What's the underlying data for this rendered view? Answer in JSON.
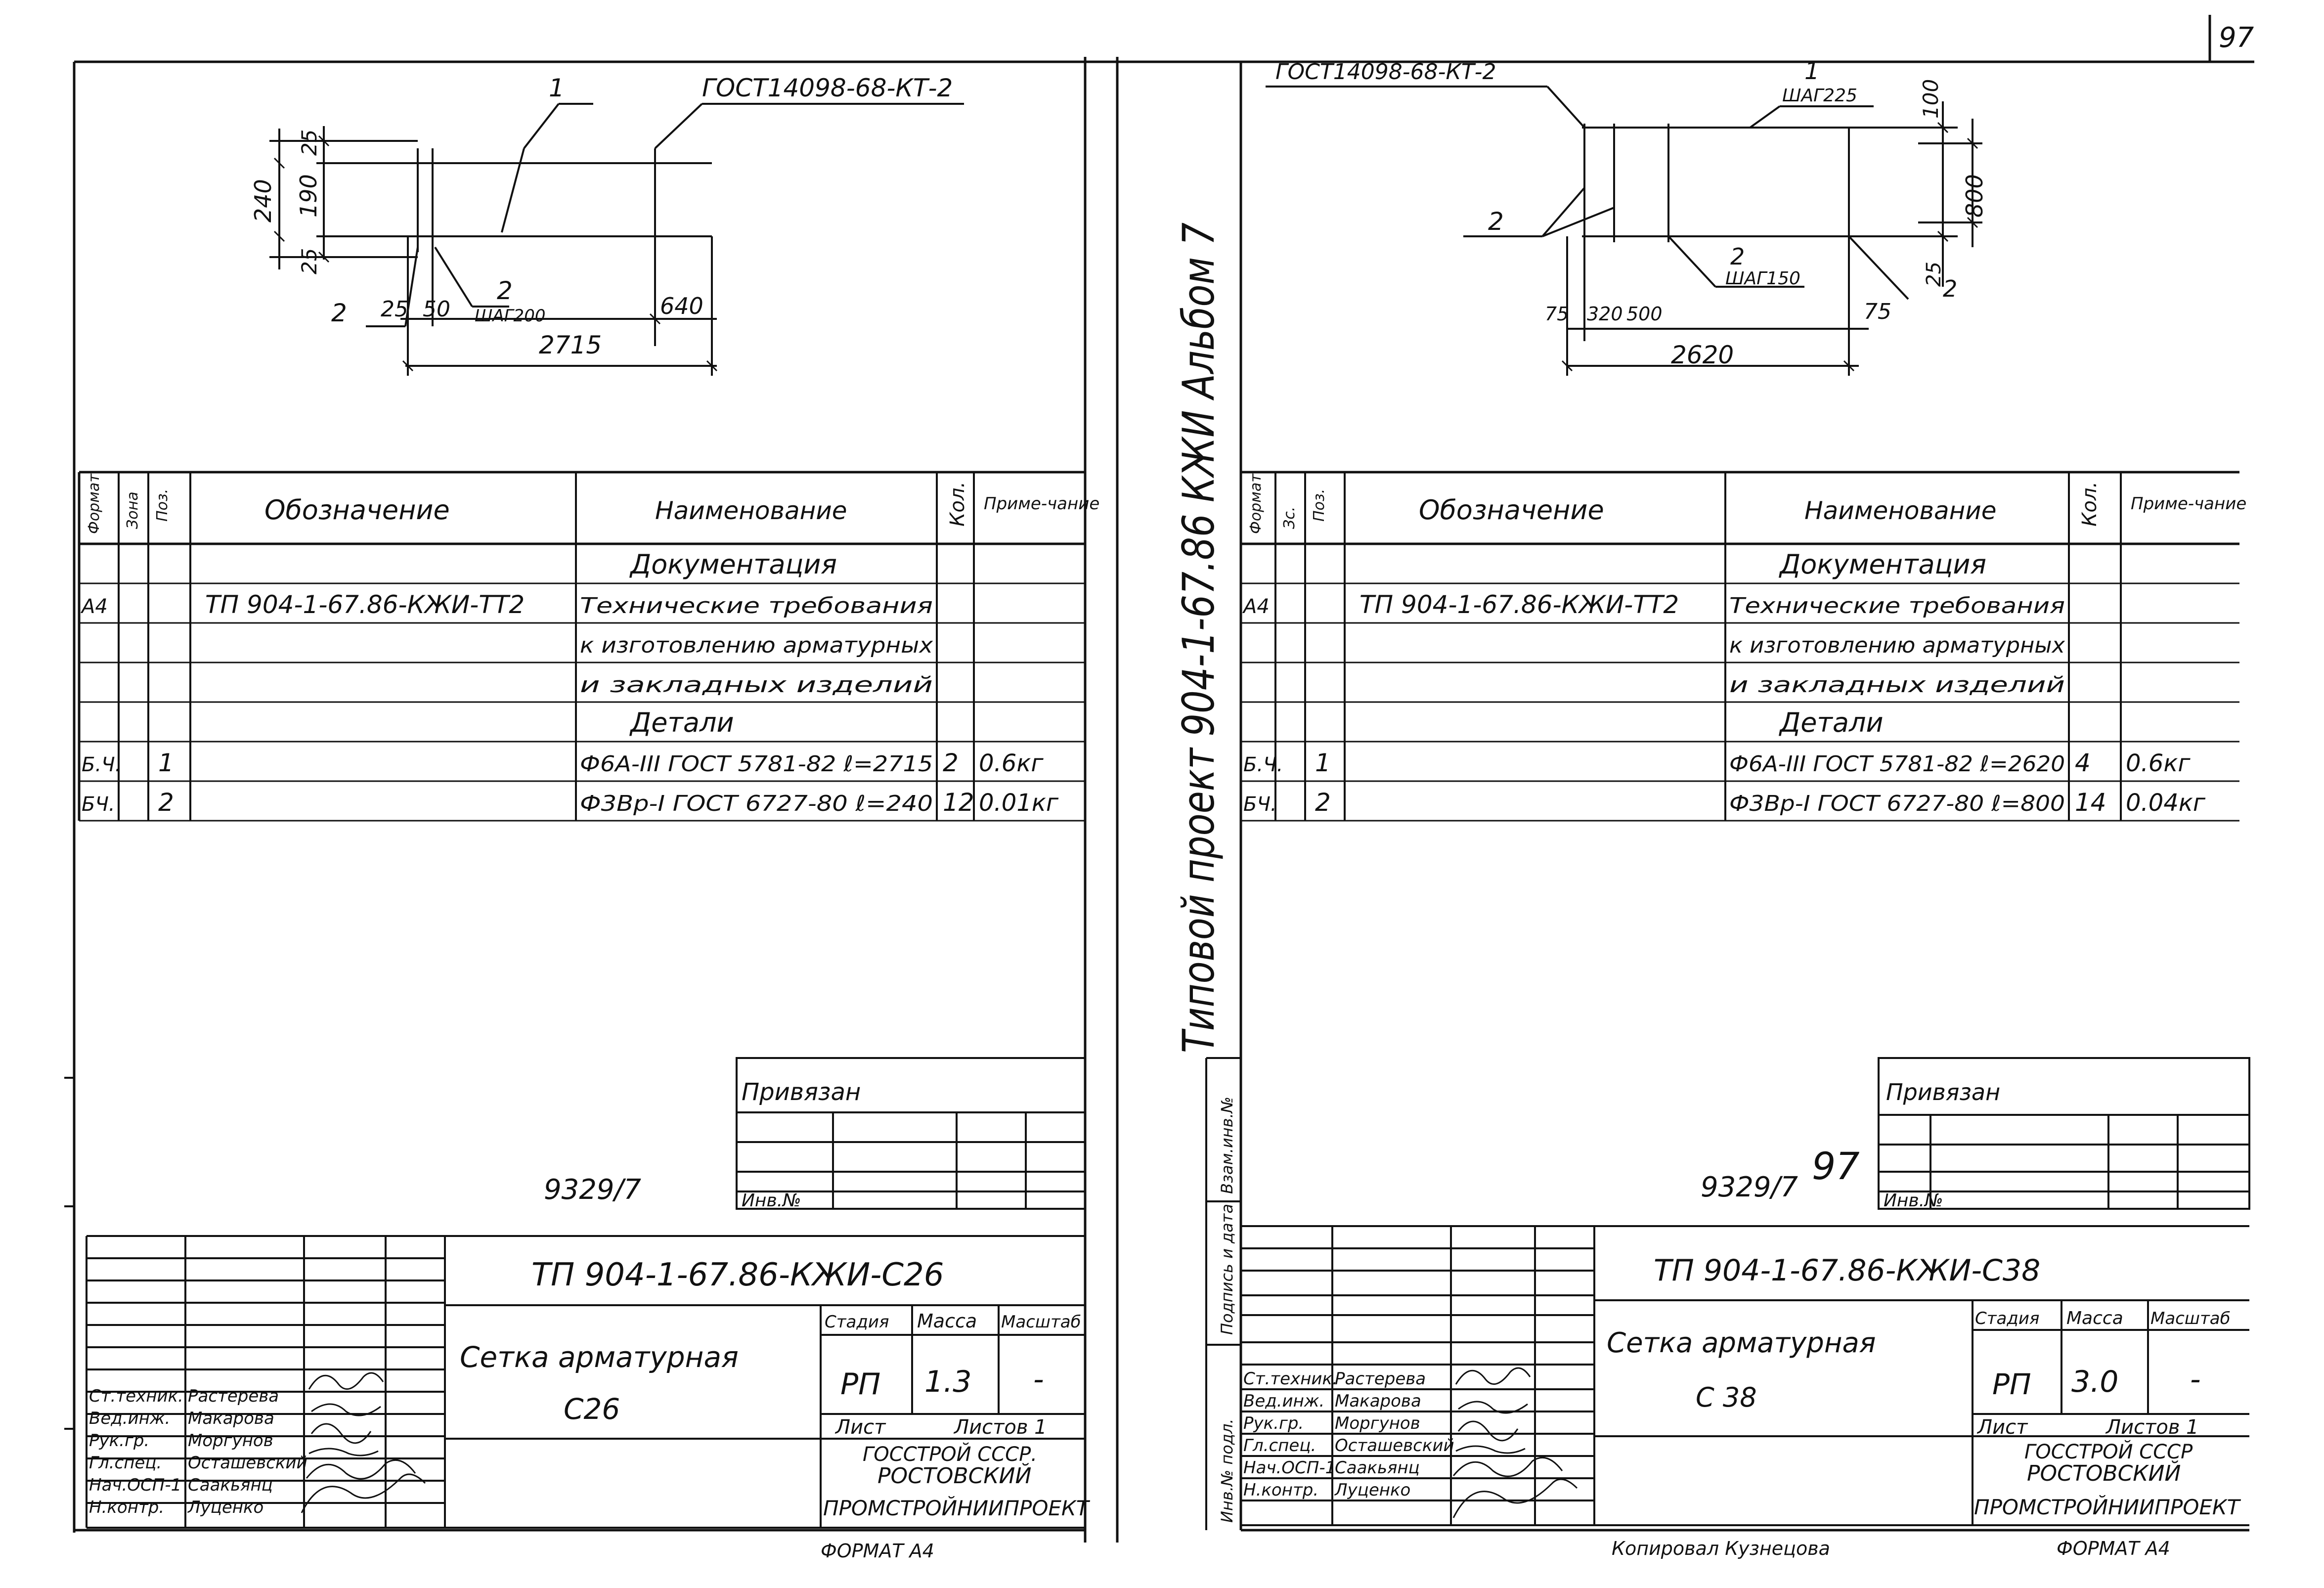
{
  "page_number": "97",
  "vertical_title": "Типовой проект 904-1-67.86 КЖИ Альбом 7",
  "footer": {
    "left_format": "ФОРМАТ А4",
    "copied": "Копировал Кузнецова",
    "right_format": "ФОРМАТ А4"
  },
  "left": {
    "drawing": {
      "gost": "ГОСТ14098-68-КТ-2",
      "pos1": "1",
      "pos2a": "2",
      "pos2b": "2",
      "step": "ШАГ200",
      "d240": "240",
      "d190": "190",
      "d25a": "25",
      "d25b": "25",
      "d25c": "25",
      "d50": "50",
      "d640": "640",
      "d2715": "2715"
    },
    "spec": {
      "headers": {
        "format": "Формат",
        "zone": "Зона",
        "pos": "Поз.",
        "designation": "Обозначение",
        "name": "Наименование",
        "qty": "Кол.",
        "note": "Приме-чание"
      },
      "rows": [
        {
          "format": "",
          "pos": "",
          "designation": "",
          "name": "Документация",
          "qty": "",
          "note": ""
        },
        {
          "format": "А4",
          "pos": "",
          "designation": "ТП 904-1-67.86-КЖИ-ТТ2",
          "name": "Технические требования",
          "qty": "",
          "note": ""
        },
        {
          "format": "",
          "pos": "",
          "designation": "",
          "name": "к изготовлению арматурных",
          "qty": "",
          "note": ""
        },
        {
          "format": "",
          "pos": "",
          "designation": "",
          "name": "и закладных изделий",
          "qty": "",
          "note": ""
        },
        {
          "format": "",
          "pos": "",
          "designation": "",
          "name": "Детали",
          "qty": "",
          "note": ""
        },
        {
          "format": "Б.Ч.",
          "pos": "1",
          "designation": "",
          "name": "Ф6А-III ГОСТ 5781-82 ℓ=2715",
          "qty": "2",
          "note": "0.6кг"
        },
        {
          "format": "БЧ.",
          "pos": "2",
          "designation": "",
          "name": "Ф3Вр-I ГОСТ 6727-80 ℓ=240",
          "qty": "12",
          "note": "0.01кг"
        }
      ]
    },
    "privyazan": "Привязан",
    "inv": "Инв.№",
    "stamp_number": "9329/7",
    "title_block": {
      "doc_code": "ТП 904-1-67.86-КЖИ-С26",
      "title1": "Сетка арматурная",
      "title2": "С26",
      "stage_label": "Стадия",
      "mass_label": "Масса",
      "scale_label": "Масштаб",
      "stage": "РП",
      "mass": "1.3",
      "scale": "-",
      "sheet_label": "Лист",
      "sheets_label": "Листов 1",
      "org1": "ГОССТРОЙ СССР.",
      "org2": "РОСТОВСКИЙ",
      "org3": "ПРОМСТРОЙНИИПРОЕКТ",
      "people": [
        {
          "role": "Ст.техник.",
          "name": "Растерева"
        },
        {
          "role": "Вед.инж.",
          "name": "Макарова"
        },
        {
          "role": "Рук.гр.",
          "name": "Моргунов"
        },
        {
          "role": "Гл.спец.",
          "name": "Осташевский"
        },
        {
          "role": "Нач.ОСП-1",
          "name": "Саакьянц"
        },
        {
          "role": "Н.контр.",
          "name": "Луценко"
        }
      ]
    }
  },
  "right": {
    "drawing": {
      "gost": "ГОСТ14098-68-КТ-2",
      "pos1": "1",
      "step1": "ШАГ225",
      "pos2a": "2",
      "pos2b": "2",
      "step2": "ШАГ150",
      "pos2c": "2",
      "d100": "100",
      "d800": "800",
      "d25": "25",
      "d75a": "75",
      "d320": "320",
      "d500": "500",
      "d75b": "75",
      "d2620": "2620"
    },
    "spec": {
      "headers": {
        "format": "Формат",
        "zone": "Зс.",
        "pos": "Поз.",
        "designation": "Обозначение",
        "name": "Наименование",
        "qty": "Кол.",
        "note": "Приме-чание"
      },
      "rows": [
        {
          "format": "",
          "pos": "",
          "designation": "",
          "name": "Документация",
          "qty": "",
          "note": ""
        },
        {
          "format": "А4",
          "pos": "",
          "designation": "ТП 904-1-67.86-КЖИ-ТТ2",
          "name": "Технические требования",
          "qty": "",
          "note": ""
        },
        {
          "format": "",
          "pos": "",
          "designation": "",
          "name": "к изготовлению арматурных",
          "qty": "",
          "note": ""
        },
        {
          "format": "",
          "pos": "",
          "designation": "",
          "name": "и закладных изделий",
          "qty": "",
          "note": ""
        },
        {
          "format": "",
          "pos": "",
          "designation": "",
          "name": "Детали",
          "qty": "",
          "note": ""
        },
        {
          "format": "Б.Ч.",
          "pos": "1",
          "designation": "",
          "name": "Ф6А-III ГОСТ 5781-82 ℓ=2620",
          "qty": "4",
          "note": "0.6кг"
        },
        {
          "format": "БЧ.",
          "pos": "2",
          "designation": "",
          "name": "Ф3Вр-I ГОСТ 6727-80 ℓ=800",
          "qty": "14",
          "note": "0.04кг"
        }
      ]
    },
    "side_labels": {
      "vzam": "Взам.инв.№",
      "podpis": "Подпись и дата",
      "invpodl": "Инв.№ подл."
    },
    "privyazan": "Привязан",
    "inv": "Инв.№",
    "stamp_number": "9329/7",
    "handwritten_number": "97",
    "title_block": {
      "doc_code": "ТП 904-1-67.86-КЖИ-С38",
      "title1": "Сетка арматурная",
      "title2": "С 38",
      "stage_label": "Стадия",
      "mass_label": "Масса",
      "scale_label": "Масштаб",
      "stage": "РП",
      "mass": "3.0",
      "scale": "-",
      "sheet_label": "Лист",
      "sheets_label": "Листов 1",
      "org1": "ГОССТРОЙ СССР",
      "org2": "РОСТОВСКИЙ",
      "org3": "ПРОМСТРОЙНИИПРОЕКТ",
      "people": [
        {
          "role": "Ст.техник.",
          "name": "Растерева"
        },
        {
          "role": "Вед.инж.",
          "name": "Макарова"
        },
        {
          "role": "Рук.гр.",
          "name": "Моргунов"
        },
        {
          "role": "Гл.спец.",
          "name": "Осташевский"
        },
        {
          "role": "Нач.ОСП-1",
          "name": "Саакьянц"
        },
        {
          "role": "Н.контр.",
          "name": "Луценко"
        }
      ]
    }
  }
}
